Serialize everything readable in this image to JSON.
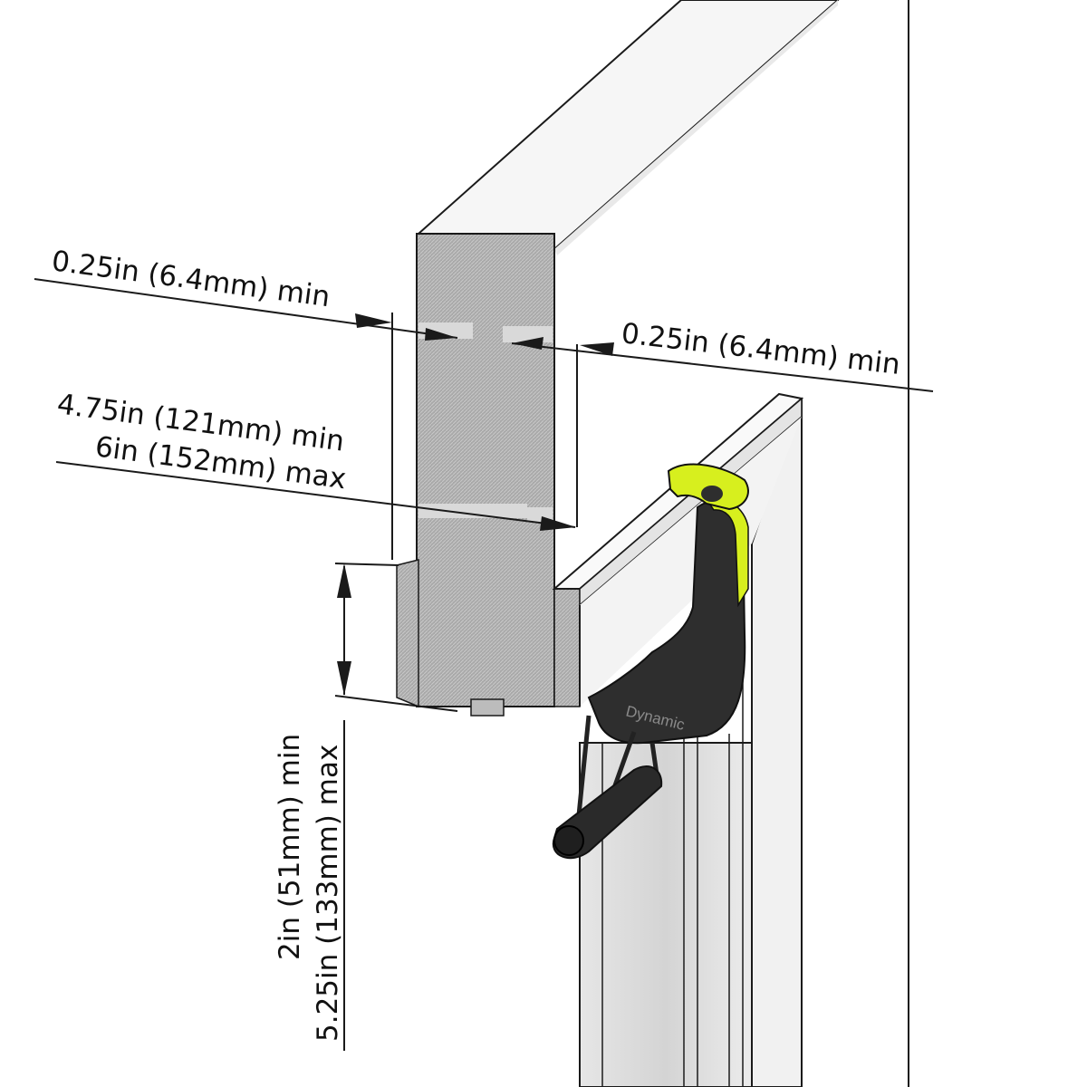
{
  "dimensions": {
    "top_left": "0.25in (6.4mm) min",
    "top_right": "0.25in (6.4mm) min",
    "width_min": "4.75in (121mm) min",
    "width_max": "6in (152mm) max",
    "height_min": "2in (51mm) min",
    "height_max": "5.25in (133mm) max"
  },
  "brand": "Dynamic",
  "colors": {
    "wall": "#f4f4f4",
    "hatch": "#b4b4b4",
    "bracket": "#2e2e2e",
    "accent": "#d7ef1e",
    "line": "#1a1a1a"
  }
}
